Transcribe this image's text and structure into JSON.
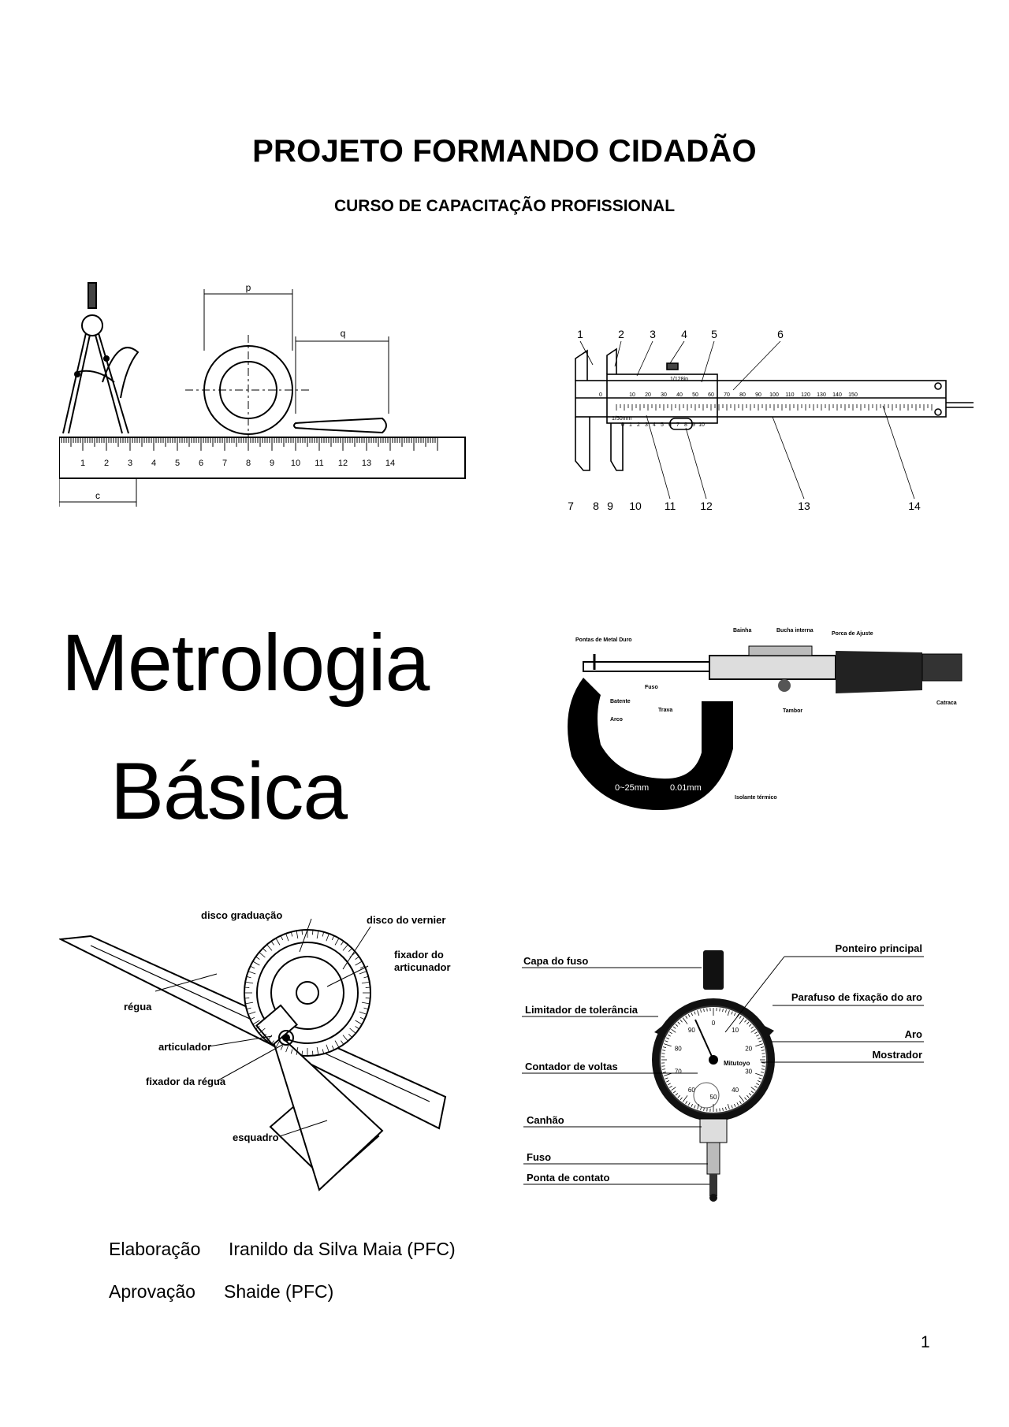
{
  "header": {
    "title": "PROJETO FORMANDO CIDADÃO",
    "subtitle": "CURSO DE CAPACITAÇÃO PROFISSIONAL"
  },
  "cover_title": {
    "line1": "Metrologia",
    "line2": "Básica"
  },
  "ruler_figure": {
    "ticks": [
      "1",
      "2",
      "3",
      "4",
      "5",
      "6",
      "7",
      "8",
      "9",
      "10",
      "11",
      "12",
      "13",
      "14"
    ],
    "dims": {
      "p": "p",
      "q": "q",
      "c": "c"
    }
  },
  "caliper_figure": {
    "callouts_top": [
      "1",
      "2",
      "3",
      "4",
      "5",
      "6"
    ],
    "callouts_bottom": [
      "7",
      "8",
      "9",
      "10",
      "11",
      "12",
      "13",
      "14"
    ],
    "main_scale": [
      "0",
      "10",
      "20",
      "30",
      "40",
      "50",
      "60",
      "70",
      "80",
      "90",
      "100",
      "110",
      "120",
      "130",
      "140",
      "150"
    ],
    "vernier_scale": [
      "0",
      "1",
      "2",
      "3",
      "4",
      "5",
      "6",
      "7",
      "8",
      "9",
      "10"
    ],
    "inch_note": "1/128in",
    "mm_note": "1/50mm"
  },
  "micrometer_figure": {
    "labels": {
      "pontas": "Pontas de Metal Duro",
      "bainha": "Bainha",
      "bucha": "Bucha interna",
      "porca": "Porca de Ajuste",
      "fuso": "Fuso",
      "batente": "Batente",
      "trava": "Trava",
      "tambor": "Tambor",
      "catraca": "Catraca",
      "arco": "Arco",
      "isolante": "Isolante térmico"
    },
    "frame_marking": "0~25mm",
    "frame_resolution": "0.01mm"
  },
  "protractor_figure": {
    "labels": {
      "disco_graduacao": "disco graduação",
      "disco_vernier": "disco do vernier",
      "fixador_art_1": "fixador do",
      "fixador_art_2": "articunador",
      "regua": "régua",
      "articulador": "articulador",
      "fixador_regua": "fixador da régua",
      "esquadro": "esquadro"
    }
  },
  "dial_figure": {
    "left_labels": {
      "capa": "Capa do fuso",
      "limitador": "Limitador de tolerância",
      "contador": "Contador de voltas",
      "canhao": "Canhão",
      "fuso": "Fuso",
      "ponta": "Ponta de contato"
    },
    "right_labels": {
      "ponteiro": "Ponteiro principal",
      "parafuso": "Parafuso de fixação do aro",
      "aro": "Aro",
      "mostrador": "Mostrador"
    },
    "dial_numbers": [
      "0",
      "10",
      "20",
      "30",
      "40",
      "50",
      "60",
      "70",
      "80",
      "90"
    ],
    "brand": "Mitutoyo"
  },
  "credits": {
    "elaboracao_label": "Elaboração",
    "elaboracao_value": "Iranildo da Silva Maia (PFC)",
    "aprovacao_label": "Aprovação",
    "aprovacao_value": "Shaide (PFC)"
  },
  "page_number": "1"
}
